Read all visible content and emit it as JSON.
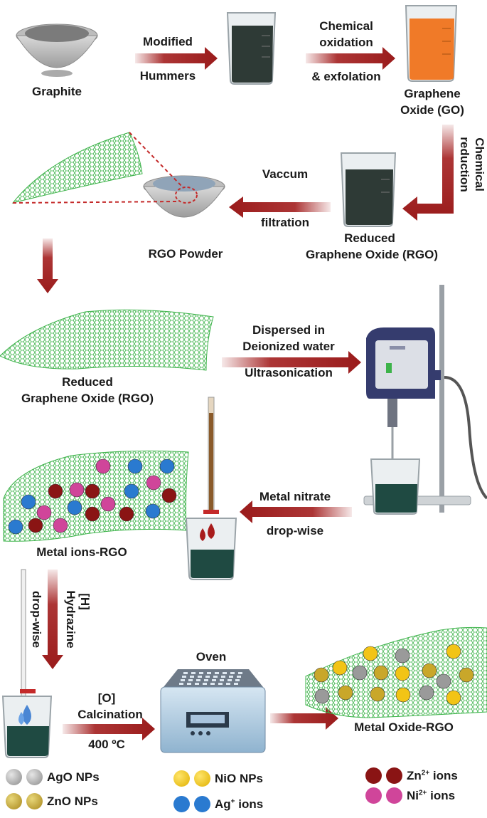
{
  "steps": {
    "graphite": "Graphite",
    "modified": "Modified",
    "hummers": "Hummers",
    "chem_oxidation_1": "Chemical",
    "chem_oxidation_2": "oxidation",
    "exfolation": "& exfolation",
    "go_1": "Graphene",
    "go_2": "Oxide (GO)",
    "chem_reduction_1": "Chemical",
    "chem_reduction_2": "reduction",
    "vaccum": "Vaccum",
    "filtration": "filtration",
    "rgo_beaker_1": "Reduced",
    "rgo_beaker_2": "Graphene Oxide (RGO)",
    "rgo_powder": "RGO Powder",
    "rgo_sheet_1": "Reduced",
    "rgo_sheet_2": "Graphene Oxide (RGO)",
    "dispersed_1": "Dispersed in",
    "dispersed_2": "Deionized water",
    "ultrasonication": "Ultrasonication",
    "metal_nitrate": "Metal nitrate",
    "drop_wise": "drop-wise",
    "metal_ions_rgo": "Metal ions-RGO",
    "hydrazine_1": "[H]",
    "hydrazine_2": "Hydrazine",
    "hydrazine_3": "drop-wise",
    "oven": "Oven",
    "o_label": "[O]",
    "calcination": "Calcination",
    "temperature": "400 ºC",
    "metal_oxide_rgo": "Metal Oxide-RGO"
  },
  "legend": {
    "ago": "AgO NPs",
    "zno": "ZnO NPs",
    "nio": "NiO NPs",
    "ag_ion_base": "Ag",
    "ag_ion_sup": "+",
    "ag_ion_rest": " ions",
    "zn_ion_base": "Zn",
    "zn_ion_sup": "2+",
    "zn_ion_rest": " ions",
    "ni_ion_base": "Ni",
    "ni_ion_sup": "2+",
    "ni_ion_rest": " ions"
  },
  "colors": {
    "arrow": "#a31f1f",
    "sheet": "#3db34a",
    "go_liquid": "#f07a28",
    "dark_liquid": "#2e3a36",
    "teal_liquid": "#1f4a42",
    "ago": "#9a9a9a",
    "zno": "#c9a72a",
    "nio": "#f2c416",
    "ag_ion": "#2a7ad0",
    "zn_ion": "#8a1414",
    "ni_ion": "#d0459a"
  }
}
